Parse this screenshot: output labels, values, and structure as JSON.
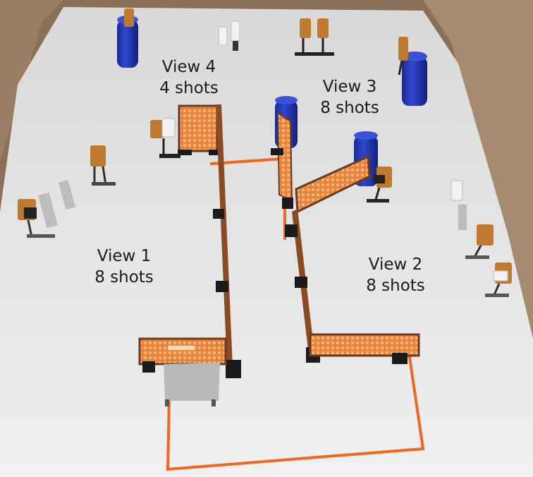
{
  "labels": [
    {
      "view": "View 4",
      "shots": "4 shots"
    },
    {
      "view": "View 3",
      "shots": "8 shots"
    },
    {
      "view": "View 1",
      "shots": "8 shots"
    },
    {
      "view": "View 2",
      "shots": "8 shots"
    }
  ],
  "colors": {
    "floor": "#ebebeb",
    "box_wall": "#9a7d62",
    "tape": "#f2661d",
    "wall_panel": "#e8843a",
    "wall_edge": "#6a3a1e",
    "barrel": "#2236b8",
    "target_brown": "#c07a30",
    "target_white": "#f2f2f2",
    "base_black": "#1b1b1b",
    "table_gray": "#b9b9b9"
  }
}
